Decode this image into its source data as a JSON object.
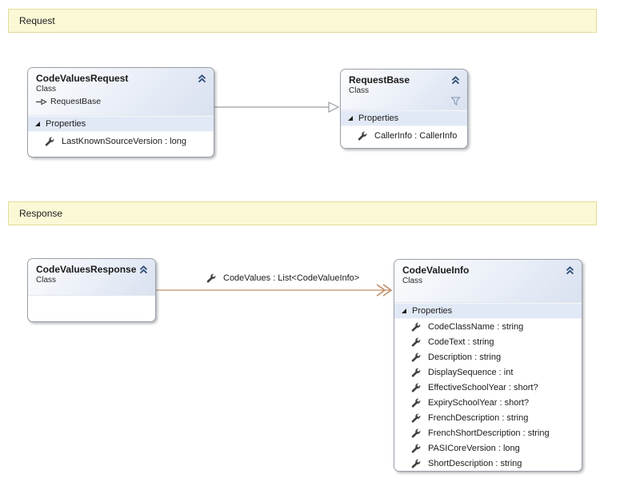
{
  "banners": {
    "request": {
      "label": "Request"
    },
    "response": {
      "label": "Response"
    }
  },
  "nodes": {
    "codeValuesRequest": {
      "title": "CodeValuesRequest",
      "stereotype": "Class",
      "inherits_label": "RequestBase",
      "properties_label": "Properties",
      "properties": [
        "LastKnownSourceVersion : long"
      ]
    },
    "requestBase": {
      "title": "RequestBase",
      "stereotype": "Class",
      "properties_label": "Properties",
      "properties": [
        "CallerInfo : CallerInfo"
      ]
    },
    "codeValuesResponse": {
      "title": "CodeValuesResponse",
      "stereotype": "Class"
    },
    "codeValueInfo": {
      "title": "CodeValueInfo",
      "stereotype": "Class",
      "properties_label": "Properties",
      "properties": [
        "CodeClassName : string",
        "CodeText : string",
        "Description : string",
        "DisplaySequence : int",
        "EffectiveSchoolYear : short?",
        "ExpirySchoolYear : short?",
        "FrenchDescription : string",
        "FrenchShortDescription : string",
        "PASICoreVersion : long",
        "ShortDescription : string"
      ]
    }
  },
  "connectors": {
    "inheritance": {
      "type": "inheritance",
      "from": "CodeValuesRequest",
      "to": "RequestBase"
    },
    "association": {
      "type": "association",
      "from": "CodeValuesResponse",
      "to": "CodeValueInfo",
      "label": "CodeValues : List<CodeValueInfo>"
    }
  },
  "icons": {
    "collapse_chevron": "double-chevron-up",
    "expander_triangle": "black-lower-right-triangle",
    "property_wrench": "wrench",
    "filter": "funnel",
    "inherits_arrow": "hollow-right-arrow"
  },
  "colors": {
    "banner_bg": "#fbf8d6",
    "banner_border": "#e3dd97",
    "node_border": "#9aa0a8",
    "header_gradient_end": "#d9e1f0",
    "compartment_bg": "#e2e9f6",
    "inheritance_line": "#9aa0a7",
    "association_line": "#c08e67",
    "chevron_color": "#2e4d77"
  }
}
